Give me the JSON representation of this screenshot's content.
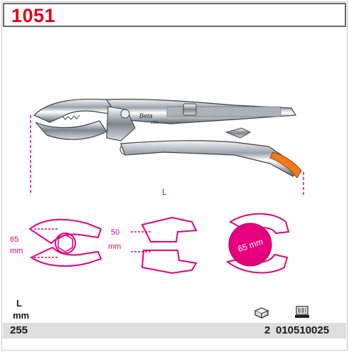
{
  "header": {
    "code": "1051"
  },
  "drawing": {
    "brand_text": "Beta",
    "model_text": "1051",
    "length_label": "L",
    "accent_color": "#e6007e",
    "grip_color": "#f07a1a"
  },
  "details": {
    "pipe": {
      "value": "65",
      "unit": "mm"
    },
    "flat": {
      "value": "50",
      "unit": "mm"
    },
    "circle": {
      "text": "65 mm"
    }
  },
  "specs": {
    "column_label": "L",
    "column_unit": "mm",
    "length_value": "255",
    "quantity": "2",
    "article_code": "010510025",
    "pack_icon": "package-icon",
    "code_icon": "barcode-terminal-icon"
  },
  "colors": {
    "brand_red": "#e2001a",
    "magenta": "#e6007e",
    "footer_gray": "#dedede"
  }
}
